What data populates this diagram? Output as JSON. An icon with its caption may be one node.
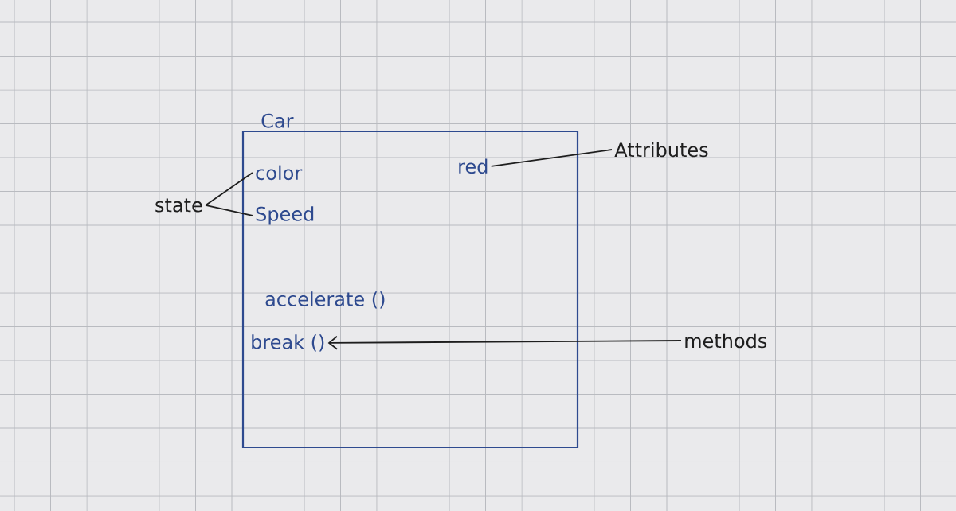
{
  "diagram": {
    "nodes": [
      {
        "text": [
          "Car"
        ]
      },
      {
        "text": [
          "color"
        ],
        "in": 0
      },
      {
        "text": [
          "Speed"
        ],
        "in": 0
      },
      {
        "text": [
          "red"
        ],
        "in": 0
      },
      {
        "text": [
          "accelerate ()"
        ],
        "in": 0
      },
      {
        "text": [
          "break ()"
        ],
        "in": 0
      },
      {
        "text": [
          "state"
        ]
      },
      {
        "text": [
          "Attributes"
        ]
      },
      {
        "text": [
          "methods"
        ]
      }
    ],
    "edges": [
      {
        "from": 6,
        "to": 1,
        "arrow": "none"
      },
      {
        "from": 6,
        "to": 2,
        "arrow": "none"
      },
      {
        "from": 7,
        "to": 3,
        "arrow": "none"
      },
      {
        "from": 8,
        "to": 5,
        "arrow": "to"
      }
    ]
  }
}
